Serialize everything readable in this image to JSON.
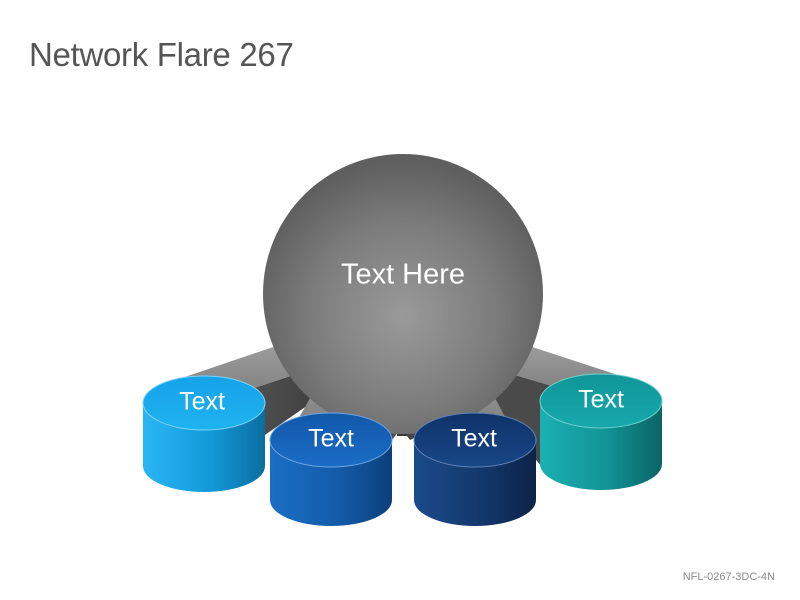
{
  "title": "Network Flare 267",
  "code": "NFL-0267-3DC-4N",
  "hub": {
    "label": "Text Here",
    "color": "#7a7a7a"
  },
  "nodes": [
    {
      "label": "Text",
      "color": "#17a6e6"
    },
    {
      "label": "Text",
      "color": "#1560b4"
    },
    {
      "label": "Text",
      "color": "#143f7a"
    },
    {
      "label": "Text",
      "color": "#14a1a4"
    }
  ]
}
